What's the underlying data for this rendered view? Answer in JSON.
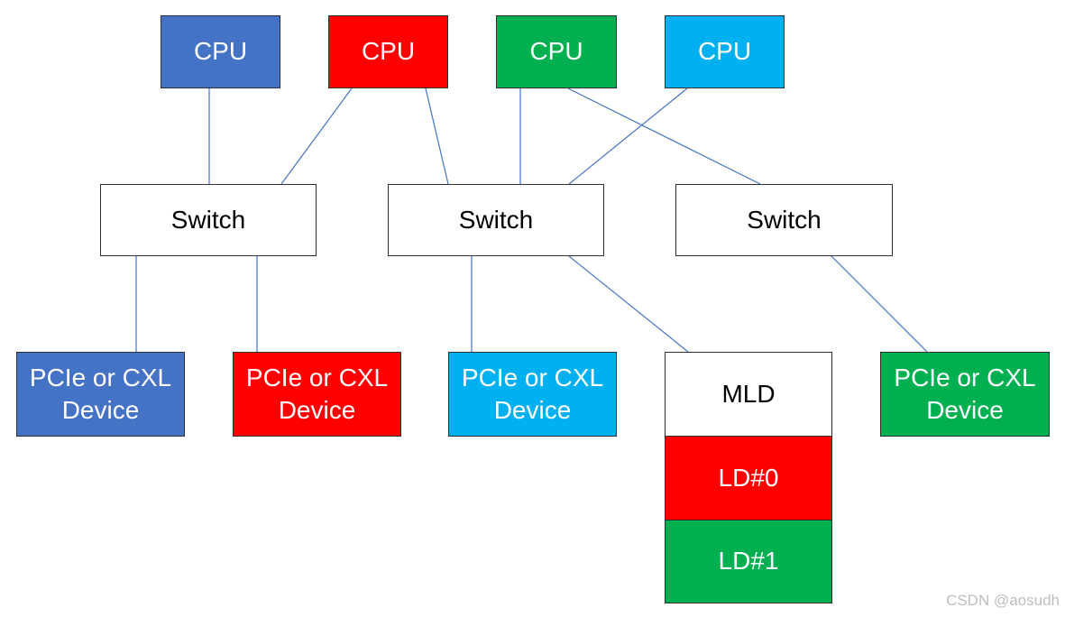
{
  "colors": {
    "blue": "#4472c4",
    "red": "#ff0000",
    "green": "#00b050",
    "cyan": "#00b0f0",
    "white": "#ffffff"
  },
  "cpus": [
    {
      "label": "CPU",
      "color": "#4472c4"
    },
    {
      "label": "CPU",
      "color": "#ff0000"
    },
    {
      "label": "CPU",
      "color": "#00b050"
    },
    {
      "label": "CPU",
      "color": "#00b0f0"
    }
  ],
  "switches": [
    {
      "label": "Switch"
    },
    {
      "label": "Switch"
    },
    {
      "label": "Switch"
    }
  ],
  "devices": [
    {
      "line1": "PCIe or CXL",
      "line2": "Device",
      "color": "#4472c4"
    },
    {
      "line1": "PCIe or CXL",
      "line2": "Device",
      "color": "#ff0000"
    },
    {
      "line1": "PCIe or CXL",
      "line2": "Device",
      "color": "#00b0f0"
    },
    {
      "line1": "PCIe or CXL",
      "line2": "Device",
      "color": "#00b050"
    }
  ],
  "mld": {
    "title": "MLD",
    "title_color": "#ffffff",
    "ld0": {
      "label": "LD#0",
      "color": "#ff0000"
    },
    "ld1": {
      "label": "LD#1",
      "color": "#00b050"
    }
  },
  "watermark": "CSDN @aosudh"
}
